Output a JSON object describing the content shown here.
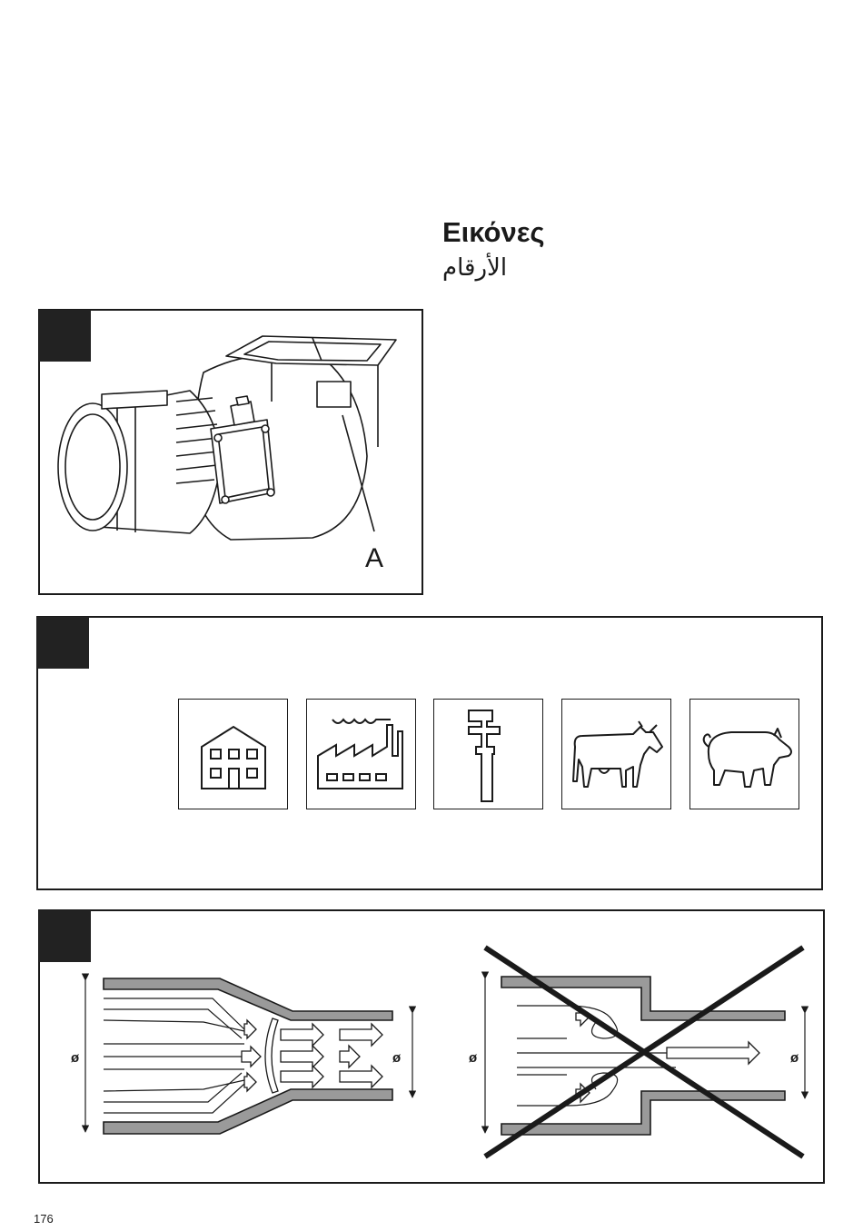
{
  "heading": {
    "title": "Εικόνες",
    "subtitle": "ﺍﻷﺭﻗﺎﻡ"
  },
  "figure1": {
    "callout_label": "A"
  },
  "figure2": {
    "icons": [
      "house-icon",
      "factory-icon",
      "wrench-icon",
      "cow-icon",
      "pig-icon"
    ]
  },
  "figure3": {
    "diameter_symbol": "ø"
  },
  "footer": {
    "page_number": "176"
  }
}
